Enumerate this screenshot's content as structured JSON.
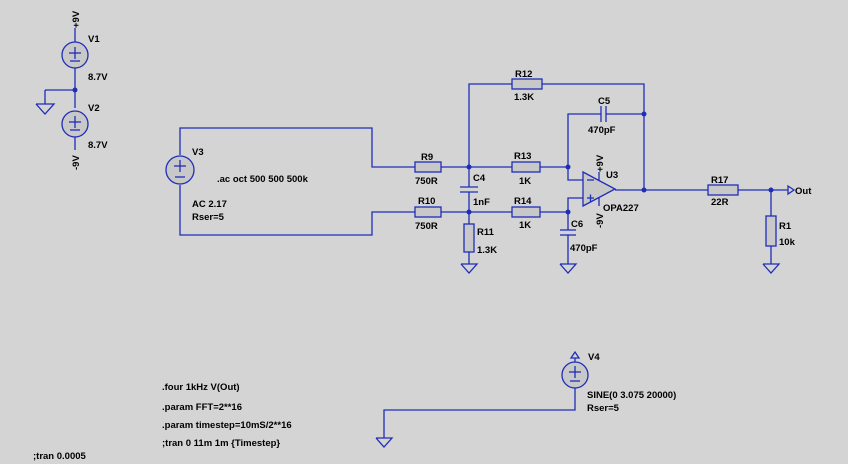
{
  "components": {
    "v1": {
      "name": "V1",
      "value": "8.7V",
      "rail": "+9V"
    },
    "v2": {
      "name": "V2",
      "value": "8.7V",
      "rail": "-9V"
    },
    "v3": {
      "name": "V3",
      "value": "AC 2.17",
      "rser": "Rser=5"
    },
    "v4": {
      "name": "V4",
      "value": "SINE(0 3.075 20000)",
      "rser": "Rser=5"
    },
    "r9": {
      "name": "R9",
      "value": "750R"
    },
    "r10": {
      "name": "R10",
      "value": "750R"
    },
    "r11": {
      "name": "R11",
      "value": "1.3K"
    },
    "r12": {
      "name": "R12",
      "value": "1.3K"
    },
    "r13": {
      "name": "R13",
      "value": "1K"
    },
    "r14": {
      "name": "R14",
      "value": "1K"
    },
    "r17": {
      "name": "R17",
      "value": "22R"
    },
    "r1": {
      "name": "R1",
      "value": "10k"
    },
    "c4": {
      "name": "C4",
      "value": "1nF"
    },
    "c5": {
      "name": "C5",
      "value": "470pF"
    },
    "c6": {
      "name": "C6",
      "value": "470pF"
    },
    "u3": {
      "name": "U3",
      "value": "OPA227",
      "vpos": "+9V",
      "vneg": "-9V"
    }
  },
  "nets": {
    "out": "Out"
  },
  "directives": {
    "ac": ".ac oct 500 500 500k",
    "four": ".four 1kHz V(Out)",
    "fft": ".param FFT=2**16",
    "timestep": ".param timestep=10mS/2**16",
    "tran1": ";tran 0 11m 1m {Timestep}",
    "tran2": ";tran 0.0005"
  },
  "colors": {
    "wire": "#1f2db8",
    "background": "#d4d4d4",
    "text": "#000000"
  }
}
